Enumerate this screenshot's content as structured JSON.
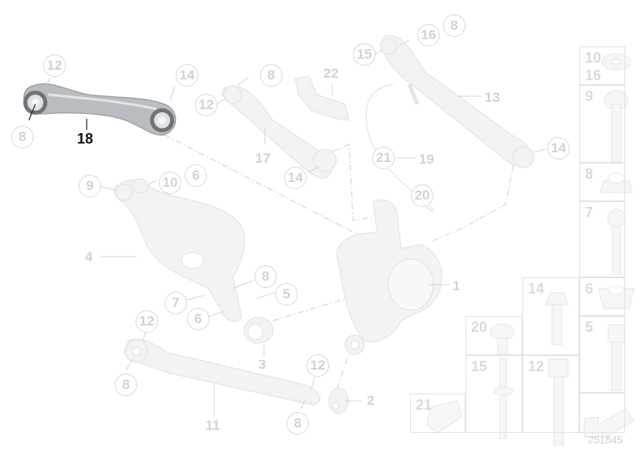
{
  "diagram": {
    "id_label": "251845",
    "highlighted_part": "18",
    "colors": {
      "highlight_part": "#a9adb3",
      "faded_part": "#f0f0f0",
      "callout": "#d2d2d2",
      "active_label": "#111111",
      "grid": "#e2e2e2"
    },
    "callouts": {
      "c12a": "12",
      "c14a": "14",
      "c8a": "8",
      "c18": "18",
      "c8b": "8",
      "c12b": "12",
      "c17": "17",
      "c14b": "14",
      "c22": "22",
      "c15": "15",
      "c16": "16",
      "c8c": "8",
      "c13": "13",
      "c14c": "14",
      "c21": "21",
      "c19": "19",
      "c20": "20",
      "c10": "10",
      "c6a": "6",
      "c9": "9",
      "c4": "4",
      "c8d": "8",
      "c5": "5",
      "c7": "7",
      "c6b": "6",
      "c3": "3",
      "c1": "1",
      "c12c": "12",
      "c8e": "8",
      "c11": "11",
      "c12d": "12",
      "c8f": "8",
      "c2": "2"
    },
    "hardware_grid": [
      {
        "labels": [
          "10",
          "16"
        ],
        "part": "washer"
      },
      {
        "labels": [
          "9"
        ],
        "part": "bolt-long"
      },
      {
        "labels": [
          "8"
        ],
        "part": "nut-flange"
      },
      {
        "labels": [
          "7"
        ],
        "part": "bolt-long-torx"
      },
      {
        "labels": [
          "14"
        ],
        "part": "bolt-mushroom"
      },
      {
        "labels": [
          "6"
        ],
        "part": "nut-hex"
      },
      {
        "labels": [
          "20"
        ],
        "part": "bolt-short"
      },
      {
        "labels": [
          "5"
        ],
        "part": "bolt-flange"
      },
      {
        "labels": [
          "15"
        ],
        "part": "stud"
      },
      {
        "labels": [
          "12"
        ],
        "part": "bolt-hex-flange"
      },
      {
        "labels": [
          "21"
        ],
        "part": "bracket"
      },
      {
        "labels": [],
        "part": "arrow-navigation"
      }
    ]
  }
}
